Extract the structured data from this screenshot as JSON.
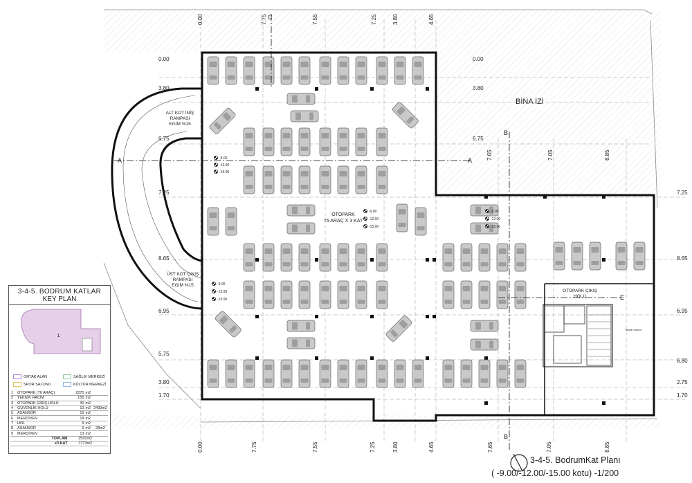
{
  "top_dims": [
    "0.00",
    "7.75",
    "7.55",
    "7.25",
    "3.80",
    "4.65"
  ],
  "bottom_dims": [
    "0.00",
    "7.75",
    "7.55",
    "7.25",
    "3.80",
    "4.65",
    "7.65",
    "7.05",
    "8.85"
  ],
  "left_levels": [
    "0.00",
    "3.80",
    "6.75",
    "7.25",
    "8.65",
    "6.95",
    "5.75",
    "3.80",
    "1.70"
  ],
  "right_levels": [
    "7.25",
    "8.65",
    "6.95",
    "6.80",
    "2.75",
    "1.70"
  ],
  "inner_levels": [
    "0.00",
    "3.80",
    "6.75"
  ],
  "inner_vertical_dims": [
    "7.65",
    "7.05",
    "8.85"
  ],
  "section_marks": {
    "c": "C",
    "a": "A",
    "b": "B",
    "e": "E"
  },
  "labels": {
    "building_footprint": "BİNA İZİ",
    "ramp_down_line1": "ALT KOT İNİŞ",
    "ramp_down_line2": "RAMPASI",
    "ramp_down_line3": "EGİM %15",
    "ramp_up_line1": "ÜST KOT ÇIKIŞ",
    "ramp_up_line2": "RAMPASI",
    "ramp_up_line3": "EGİM %15",
    "parking_line1": "OTOPARK",
    "parking_line2": "76 ARAÇ X 3 KAT",
    "exit_hall_line1": "OTOPARK ÇIKIŞ",
    "exit_hall_line2": "HOLÜ",
    "room_small": "Teknik Hacim"
  },
  "floor_levels": [
    "-9.00",
    "-12.00",
    "-15.00"
  ],
  "key_plan": {
    "title1": "3-4-5. BODRUM KATLAR",
    "title2": "KEY PLAN",
    "map_number_1": "1",
    "legend": [
      {
        "label": "ORTAK ALAN",
        "color": "#b089d4"
      },
      {
        "label": "SAĞLIK MERKEZİ",
        "color": "#8cc9a0"
      },
      {
        "label": "SPOR SALONU",
        "color": "#e0c060"
      },
      {
        "label": "KÜLTÜR MERKEZİ",
        "color": "#8fb3e0"
      }
    ],
    "area_rows": [
      {
        "no": "1",
        "name": "OTOPARK (76 ARAÇ)",
        "area": "2270",
        "unit": "m2",
        "sum": ""
      },
      {
        "no": "2",
        "name": "TEKNİK HACİM",
        "area": "155",
        "unit": "m2",
        "sum": ""
      },
      {
        "no": "3",
        "name": "OTOPARK GİRİŞ HOLÜ",
        "area": "30",
        "unit": "m2",
        "sum": ""
      },
      {
        "no": "4",
        "name": "GÜVENLİK HOLÜ",
        "area": "10",
        "unit": "m2",
        "sum": "2493m2"
      },
      {
        "no": "5",
        "name": "ASANSÖR",
        "area": "10",
        "unit": "m2",
        "sum": ""
      },
      {
        "no": "6",
        "name": "MERDİVEN",
        "area": "18",
        "unit": "m2",
        "sum": ""
      },
      {
        "no": "7",
        "name": "HOL",
        "area": "9",
        "unit": "m2",
        "sum": ""
      },
      {
        "no": "8",
        "name": "ASANSÖR",
        "area": "6",
        "unit": "m2",
        "sum": "28m2"
      },
      {
        "no": "9",
        "name": "MERDİVEN",
        "area": "13",
        "unit": "m2",
        "sum": ""
      }
    ],
    "total_label": "TOPLAM",
    "total_value": "2591m2",
    "x3_label": "x3 KAT",
    "x3_value": "7773m2"
  },
  "title": {
    "line1": "3-4-5. BodrumKat Planı",
    "line2": "( -9.00/-12.00/-15.00 kotu) -1/200"
  }
}
